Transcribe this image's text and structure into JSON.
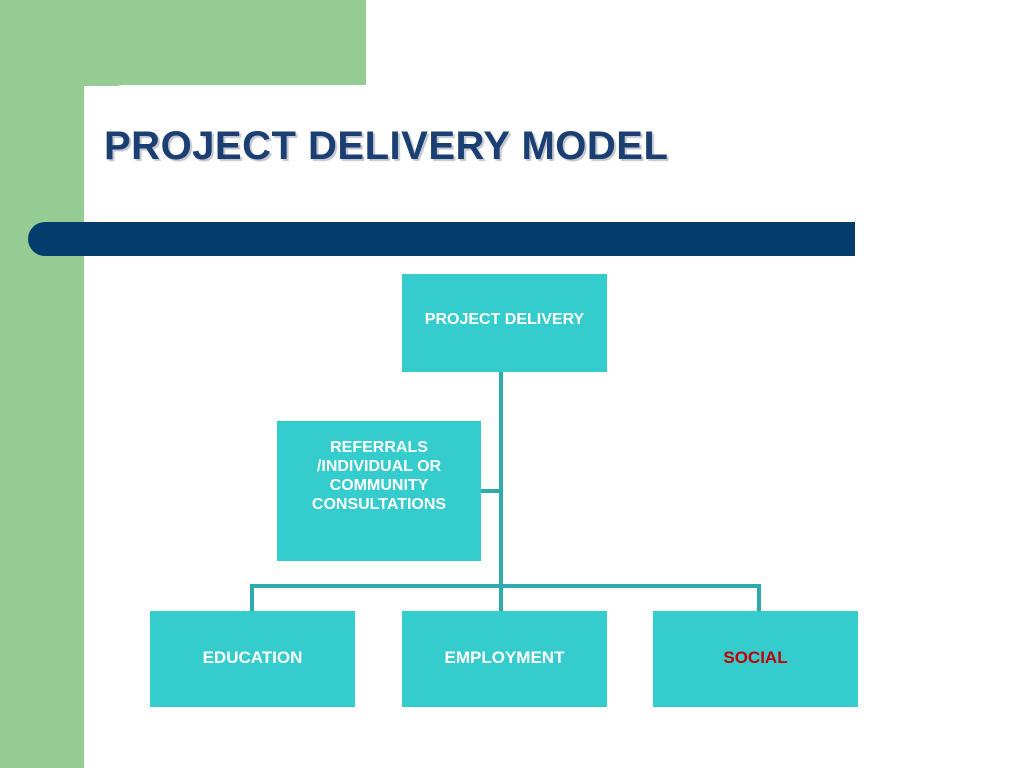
{
  "slide": {
    "title": "PROJECT DELIVERY MODEL",
    "colors": {
      "green_band": "#95cc94",
      "title_navy": "#1b3f73",
      "bar_navy": "#043c6b",
      "node_turquoise": "#35ccce",
      "connector": "#2faaad",
      "node_text": "#ffffff",
      "social_text": "#c00000",
      "background": "#ffffff"
    }
  },
  "diagram": {
    "type": "org-chart",
    "root": {
      "id": "project-delivery",
      "label": "PROJECT DELIVERY"
    },
    "intake": {
      "id": "referrals",
      "label": "REFERRALS\n/INDIVIDUAL OR\nCOMMUNITY\nCONSULTATIONS"
    },
    "outcomes": [
      {
        "id": "education",
        "label": "EDUCATION"
      },
      {
        "id": "employment",
        "label": "EMPLOYMENT"
      },
      {
        "id": "social",
        "label": "SOCIAL"
      }
    ]
  }
}
